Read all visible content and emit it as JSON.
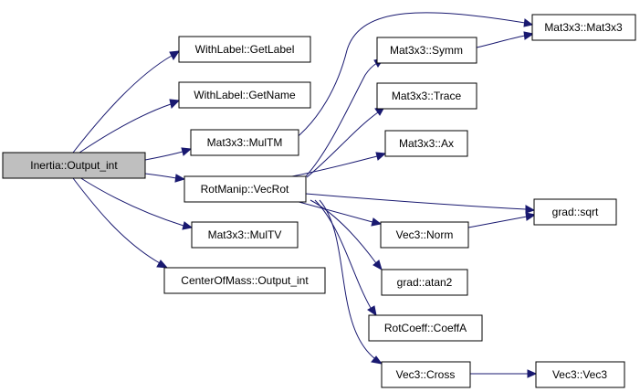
{
  "graph": {
    "colors": {
      "edge": "#191970",
      "node_fill": "#ffffff",
      "root_fill": "#bfbfbf",
      "node_border": "#000000"
    },
    "nodes": {
      "inertia_output_int": "Inertia::Output_int",
      "withlabel_getlabel": "WithLabel::GetLabel",
      "withlabel_getname": "WithLabel::GetName",
      "mat3x3_multm": "Mat3x3::MulTM",
      "rotmanip_vecrot": "RotManip::VecRot",
      "mat3x3_multv": "Mat3x3::MulTV",
      "centerofmass_output_int": "CenterOfMass::Output_int",
      "mat3x3_mat3x3": "Mat3x3::Mat3x3",
      "mat3x3_symm": "Mat3x3::Symm",
      "mat3x3_trace": "Mat3x3::Trace",
      "mat3x3_ax": "Mat3x3::Ax",
      "grad_sqrt": "grad::sqrt",
      "vec3_norm": "Vec3::Norm",
      "grad_atan2": "grad::atan2",
      "rotcoeff_coeffa": "RotCoeff::CoeffA",
      "vec3_cross": "Vec3::Cross",
      "vec3_vec3": "Vec3::Vec3"
    },
    "edges": [
      "inertia_output_int->withlabel_getlabel",
      "inertia_output_int->withlabel_getname",
      "inertia_output_int->mat3x3_multm",
      "inertia_output_int->rotmanip_vecrot",
      "inertia_output_int->mat3x3_multv",
      "inertia_output_int->centerofmass_output_int",
      "mat3x3_multm->mat3x3_mat3x3",
      "rotmanip_vecrot->mat3x3_symm",
      "rotmanip_vecrot->mat3x3_trace",
      "rotmanip_vecrot->mat3x3_ax",
      "rotmanip_vecrot->grad_sqrt",
      "rotmanip_vecrot->vec3_norm",
      "rotmanip_vecrot->grad_atan2",
      "rotmanip_vecrot->rotcoeff_coeffa",
      "rotmanip_vecrot->vec3_cross",
      "mat3x3_symm->mat3x3_mat3x3",
      "vec3_norm->grad_sqrt",
      "vec3_cross->vec3_vec3"
    ]
  }
}
